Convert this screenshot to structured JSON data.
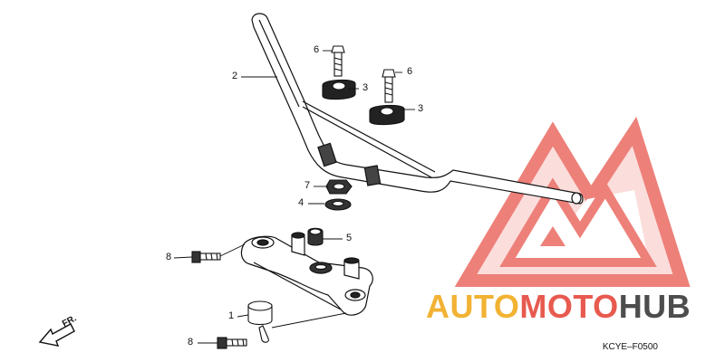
{
  "callouts": {
    "c1": "1",
    "c2": "2",
    "c3a": "3",
    "c3b": "3",
    "c4": "4",
    "c5": "5",
    "c6a": "6",
    "c6b": "6",
    "c7": "7",
    "c8a": "8",
    "c8b": "8"
  },
  "direction_label": "FR.",
  "drawing_code": "KCYE–F0500",
  "watermark": {
    "text_auto": "AUTO",
    "text_moto": "MOTO",
    "text_hub": "HUB",
    "color_auto": "#f2b233",
    "color_moto": "#e85a4f",
    "color_hub": "#4d4d4d",
    "logo_color": "#ea6b62"
  }
}
